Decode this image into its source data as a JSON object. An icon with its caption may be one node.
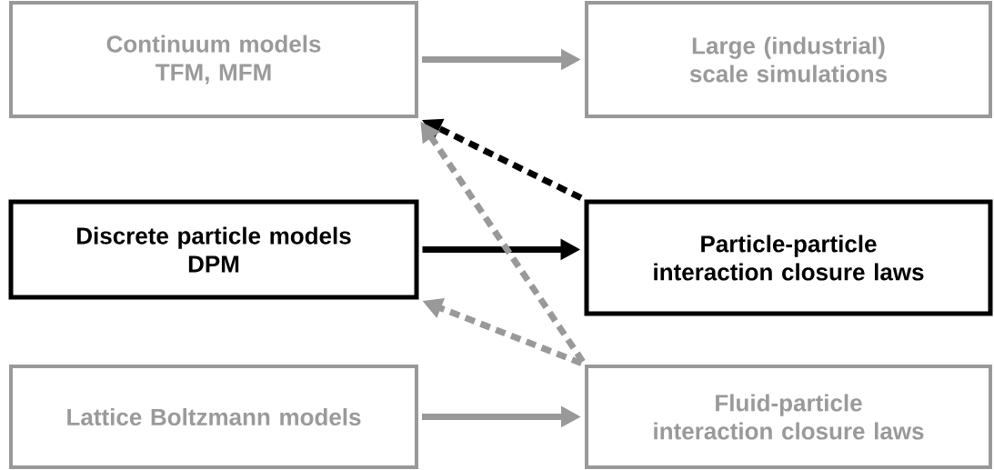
{
  "diagram": {
    "nodes": [
      {
        "text": [
          "Continuum models",
          "TFM, MFM"
        ]
      },
      {
        "text": [
          "Large (industrial) scale simulations"
        ]
      },
      {
        "text": [
          "Discrete particle models",
          "DPM"
        ]
      },
      {
        "text": [
          "Particle-particle interaction closure laws"
        ]
      },
      {
        "text": [
          "Lattice Boltzmann models"
        ]
      },
      {
        "text": [
          "Fluid-particle interaction closure laws"
        ]
      }
    ],
    "edges": [
      {
        "from": 0,
        "to": 1,
        "arrow": "to"
      },
      {
        "from": 2,
        "to": 3,
        "arrow": "to",
        "color": "#000000"
      },
      {
        "from": 4,
        "to": 5,
        "arrow": "to"
      },
      {
        "from": 3,
        "to": 0,
        "arrow": "to",
        "style": "dashed",
        "color": "#000000"
      },
      {
        "from": 5,
        "to": 0,
        "arrow": "to",
        "style": "dashed"
      },
      {
        "from": 5,
        "to": 2,
        "arrow": "to",
        "style": "dashed"
      }
    ]
  }
}
